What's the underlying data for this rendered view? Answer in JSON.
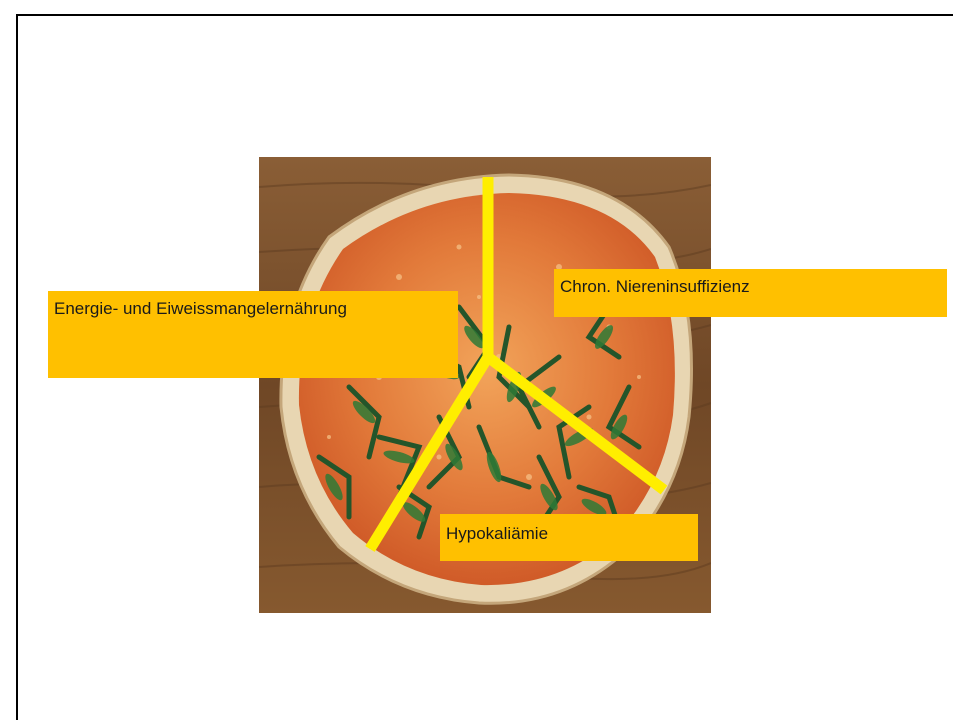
{
  "slide": {
    "labels": {
      "energy": "Energie- und Eiweissmangelernährung",
      "niere": "Chron. Niereninsuffizienz",
      "hypo": "Hypokaliämie"
    }
  },
  "colors": {
    "label_background": "#ffc000",
    "divider_lines": "#ffee00",
    "table_wood": "#7a5230",
    "pizza_sauce": "#d9602c",
    "pizza_crust": "#ead9b8",
    "arugula": "#2f6b34"
  }
}
